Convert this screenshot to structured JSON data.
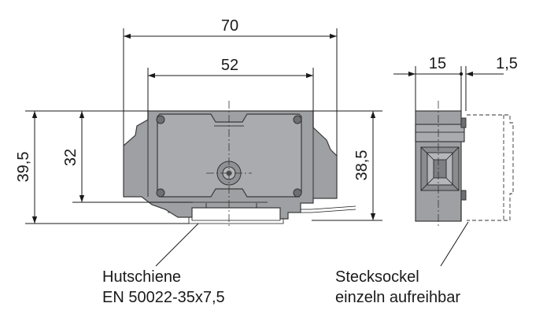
{
  "dimensions": {
    "width_70": "70",
    "width_52": "52",
    "height_39_5": "39,5",
    "height_32": "32",
    "height_38_5": "38,5",
    "depth_15": "15",
    "depth_1_5": "1,5"
  },
  "labels": {
    "rail_line1": "Hutschiene",
    "rail_line2": "EN 50022-35x7,5",
    "socket_line1": "Stecksockel",
    "socket_line2": "einzeln aufreihbar"
  },
  "colors": {
    "housing": "#9ea0a3",
    "lines": "#1a1a1a"
  }
}
